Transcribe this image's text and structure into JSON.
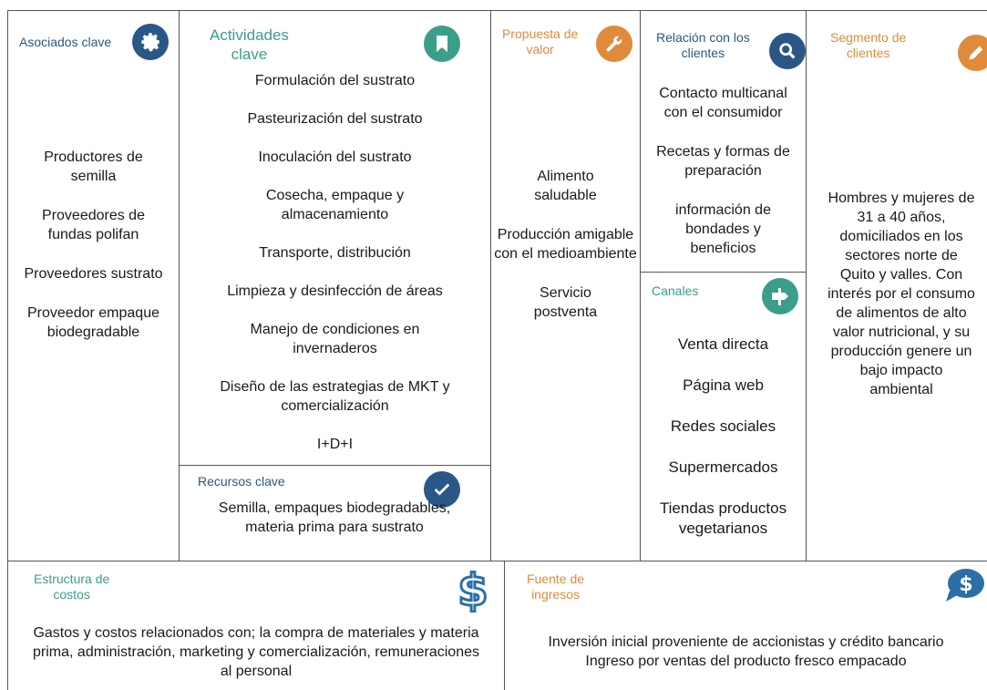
{
  "blocks": {
    "asociados": {
      "title": "Asociados clave",
      "items": [
        "Productores de semilla",
        "Proveedores de fundas polifan",
        "Proveedores sustrato",
        "Proveedor empaque biodegradable"
      ]
    },
    "actividades": {
      "title_line1": "Actividades",
      "title_line2": "clave",
      "items": [
        "Formulación del sustrato",
        "Pasteurización del sustrato",
        "Inoculación del sustrato",
        "Cosecha, empaque y almacenamiento",
        "Transporte, distribución",
        "Limpieza y desinfección de áreas",
        "Manejo de condiciones en invernaderos",
        "Diseño de las estrategias de MKT y comercialización",
        "I+D+I"
      ]
    },
    "recursos": {
      "title": "Recursos clave",
      "items": [
        "Semilla, empaques biodegradables, materia prima para sustrato"
      ]
    },
    "propuesta": {
      "title_line1": "Propuesta de",
      "title_line2": "valor",
      "items": [
        "Alimento saludable",
        "Producción amigable con el medioambiente",
        "Servicio postventa"
      ]
    },
    "relacion": {
      "title_line1": "Relación con los",
      "title_line2": "clientes",
      "items": [
        "Contacto multicanal con el consumidor",
        "Recetas y formas de preparación",
        "información de bondades y beneficios"
      ]
    },
    "canales": {
      "title": "Canales",
      "items": [
        "Venta directa",
        "Página web",
        "Redes sociales",
        "Supermercados",
        "Tiendas productos vegetarianos"
      ]
    },
    "segmento": {
      "title_line1": "Segmento de",
      "title_line2": "clientes",
      "items": [
        "Hombres y mujeres de 31 a 40 años, domiciliados en los sectores norte de Quito y valles. Con interés por el consumo de alimentos de alto valor nutricional, y su producción genere un bajo impacto ambiental"
      ]
    },
    "costos": {
      "title_line1": "Estructura de",
      "title_line2": "costos",
      "items": [
        "Gastos y costos relacionados con; la compra de materiales y materia prima, administración, marketing y comercialización, remuneraciones al personal"
      ]
    },
    "ingresos": {
      "title_line1": "Fuente de",
      "title_line2": "ingresos",
      "items": [
        "Inversión inicial proveniente de accionistas y crédito bancario",
        "Ingreso por ventas del producto fresco empacado"
      ]
    }
  },
  "colors": {
    "blue": "#2b5787",
    "green": "#3a9e8a",
    "orange": "#e08a3c",
    "lines": "#555555"
  },
  "icons": [
    "gear-icon",
    "bookmark-icon",
    "wrench-icon",
    "search-icon",
    "pencil-icon",
    "check-icon",
    "signpost-icon",
    "dollar-icon",
    "dollar-speech-icon"
  ]
}
